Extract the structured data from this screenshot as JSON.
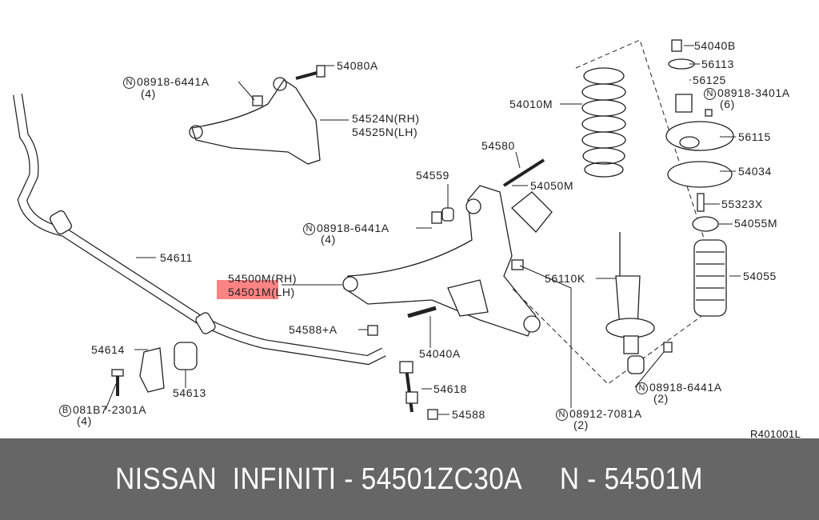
{
  "diagram_code": "R401001L",
  "banner": {
    "text": "NISSAN  INFINITI - 54501ZC30A     N - 54501M"
  },
  "highlighted_part": "54501M",
  "labels": {
    "p54040B": "54040B",
    "p56113": "56113",
    "p56125": "56125",
    "n0891834": {
      "marker": "N",
      "number": "08918-3401A",
      "qty": "(6)"
    },
    "p56115": "56115",
    "p54034": "54034",
    "p55323X": "55323X",
    "p54055M": "54055M",
    "p54055": "54055",
    "p54080A": "54080A",
    "n_upper": {
      "marker": "N",
      "number": "08918-6441A",
      "qty": "(4)"
    },
    "p54524N": "54524N(RH)",
    "p54525N": "54525N(LH)",
    "p54010M": "54010M",
    "p54580": "54580",
    "p54559": "54559",
    "p54050M": "54050M",
    "n_mid": {
      "marker": "N",
      "number": "08918-6441A",
      "qty": "(4)"
    },
    "p54611": "54611",
    "p54500M": "54500M(RH)",
    "p54501M": "54501M",
    "p54501M_side": "(LH)",
    "p56110K": "56110K",
    "p54588A": "54588+A",
    "p54614": "54614",
    "p54040A": "54040A",
    "p54613": "54613",
    "p54618": "54618",
    "n_lower": {
      "marker": "N",
      "number": "08918-6441A",
      "qty": "(2)"
    },
    "b_bolt": {
      "marker": "B",
      "number": "081B7-2301A",
      "qty": "(4)"
    },
    "p54588": "54588",
    "n_7081": {
      "marker": "N",
      "number": "08912-7081A",
      "qty": "(2)"
    }
  }
}
